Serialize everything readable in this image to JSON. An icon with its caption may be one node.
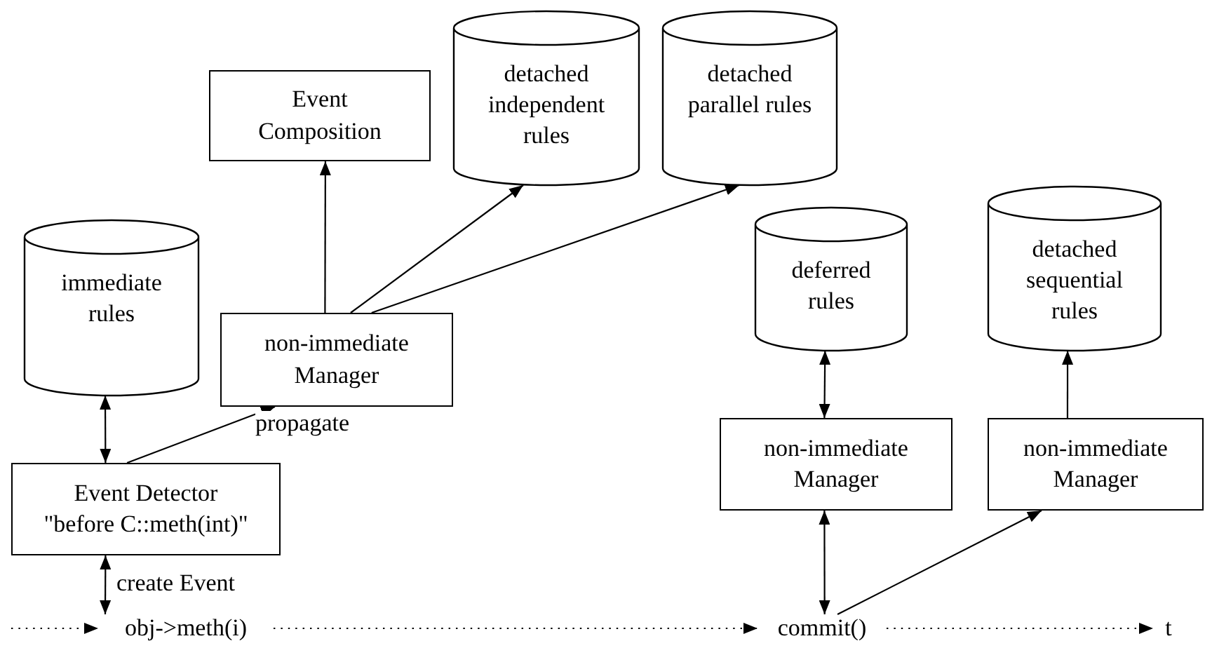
{
  "diagram": {
    "nodes": [
      {
        "text": [
          "Event Composition"
        ]
      },
      {
        "text": [
          "detached independent rules"
        ]
      },
      {
        "text": [
          "detached parallel rules"
        ]
      },
      {
        "text": [
          "immediate rules"
        ]
      },
      {
        "text": [
          "non-immediate Manager"
        ]
      },
      {
        "text": [
          "Event Detector",
          "\"before C::meth(int)\""
        ]
      },
      {
        "text": [
          "deferred rules"
        ]
      },
      {
        "text": [
          "detached sequential rules"
        ]
      },
      {
        "text": [
          "non-immediate Manager"
        ]
      },
      {
        "text": [
          "non-immediate Manager"
        ]
      },
      {
        "text": [
          "obj->meth(i)"
        ]
      },
      {
        "text": [
          "commit()"
        ]
      },
      {
        "text": [
          "t"
        ]
      }
    ],
    "edges": [
      {
        "from": 4,
        "to": 0,
        "arrow": "to"
      },
      {
        "from": 4,
        "to": 1,
        "arrow": "to"
      },
      {
        "from": 4,
        "to": 2,
        "arrow": "to"
      },
      {
        "from": 3,
        "to": 5,
        "arrow": "both"
      },
      {
        "from": 5,
        "to": 4,
        "arrow": "to",
        "label": "propagate"
      },
      {
        "from": 5,
        "to": 10,
        "arrow": "both",
        "label": "create Event"
      },
      {
        "from": 6,
        "to": 8,
        "arrow": "both"
      },
      {
        "from": 8,
        "to": 11,
        "arrow": "both"
      },
      {
        "from": 11,
        "to": 9,
        "arrow": "to"
      },
      {
        "from": 9,
        "to": 7,
        "arrow": "to"
      },
      {
        "from": null,
        "to": 10,
        "arrow": "to",
        "style": "dashed"
      },
      {
        "from": 10,
        "to": 11,
        "arrow": "to",
        "style": "dashed"
      },
      {
        "from": 11,
        "to": 12,
        "arrow": "to",
        "style": "dashed"
      }
    ]
  }
}
